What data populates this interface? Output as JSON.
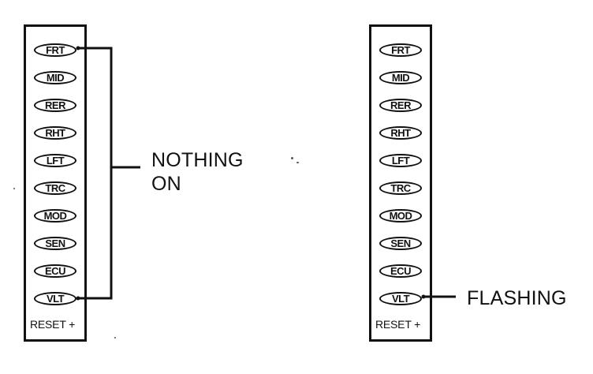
{
  "left_panel": {
    "leds": [
      "FRT",
      "MID",
      "RER",
      "RHT",
      "LFT",
      "TRC",
      "MOD",
      "SEN",
      "ECU",
      "VLT"
    ],
    "reset_label": "RESET +"
  },
  "right_panel": {
    "leds": [
      "FRT",
      "MID",
      "RER",
      "RHT",
      "LFT",
      "TRC",
      "MOD",
      "SEN",
      "ECU",
      "VLT"
    ],
    "reset_label": "RESET +"
  },
  "callouts": {
    "left_line1": "NOTHING",
    "left_line2": "ON",
    "right": "FLASHING"
  }
}
